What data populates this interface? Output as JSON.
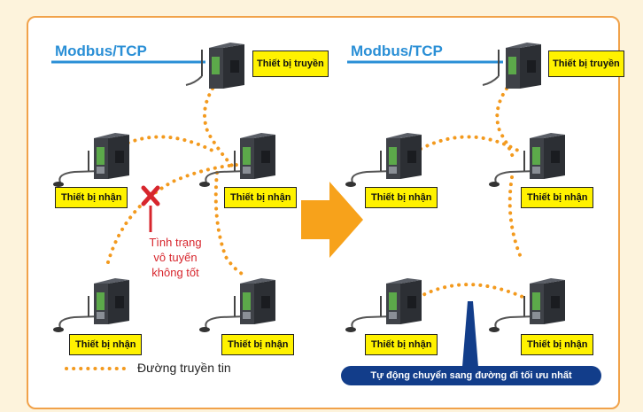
{
  "protocol_label": "Modbus/TCP",
  "transmitter_label": "Thiết bị truyền",
  "receiver_label": "Thiết bị nhận",
  "warning": {
    "line1": "Tình trạng",
    "line2": "vô tuyến",
    "line3": "không tốt"
  },
  "legend_label": "Đường truyền tin",
  "callout_label": "Tự động chuyển sang đường đi tối ưu nhất",
  "colors": {
    "background": "#fdf3dc",
    "frame_border": "#f1a24a",
    "protocol_blue": "#2a8fd6",
    "label_yellow": "#fff200",
    "path_dots": "#f39a1e",
    "arrow_orange": "#f7a21b",
    "warning_red": "#d7262d",
    "callout_navy": "#123d8a"
  }
}
